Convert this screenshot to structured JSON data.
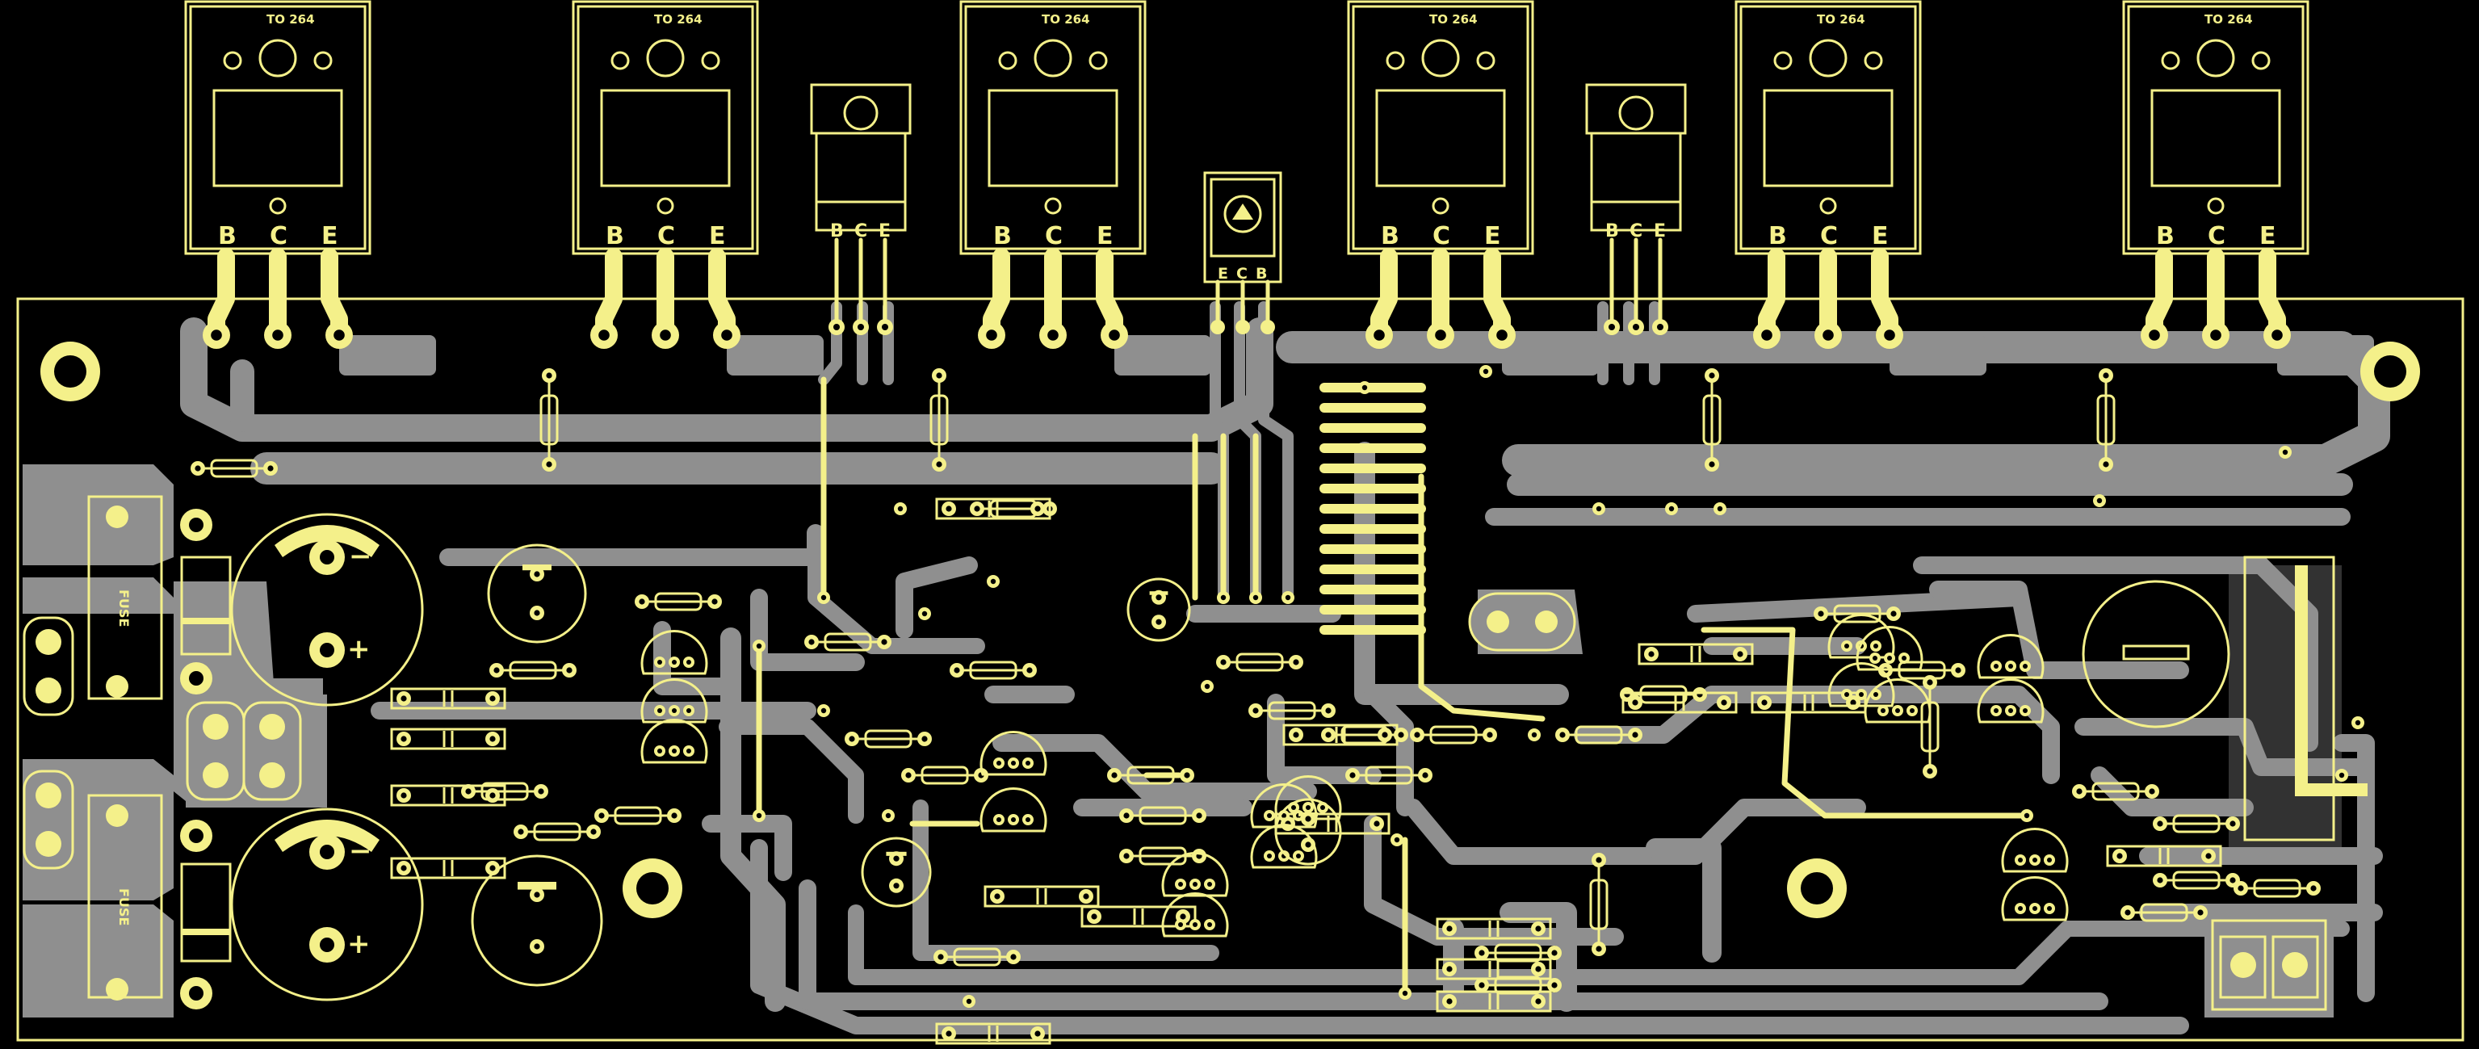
{
  "power_transistors": [
    {
      "package": "TO 264",
      "pins": [
        "B",
        "C",
        "E"
      ]
    },
    {
      "package": "TO 264",
      "pins": [
        "B",
        "C",
        "E"
      ]
    },
    {
      "package": "TO 264",
      "pins": [
        "B",
        "C",
        "E"
      ]
    },
    {
      "package": "TO 264",
      "pins": [
        "B",
        "C",
        "E"
      ]
    },
    {
      "package": "TO 264",
      "pins": [
        "B",
        "C",
        "E"
      ]
    },
    {
      "package": "TO 264",
      "pins": [
        "B",
        "C",
        "E"
      ]
    }
  ],
  "driver_transistors": [
    {
      "pins": [
        "B",
        "C",
        "E"
      ]
    },
    {
      "pins": [
        "B",
        "C",
        "E"
      ]
    }
  ],
  "bias_sensor": {
    "pins": [
      "E",
      "C",
      "B"
    ]
  },
  "fuses": [
    {
      "label": "FUSE"
    },
    {
      "label": "FUSE"
    }
  ],
  "capacitor_polarity": {
    "minus": "−",
    "plus": "+"
  },
  "colors": {
    "background": "#000000",
    "copper": "#8f8f8f",
    "silkscreen": "#f4f08a"
  }
}
